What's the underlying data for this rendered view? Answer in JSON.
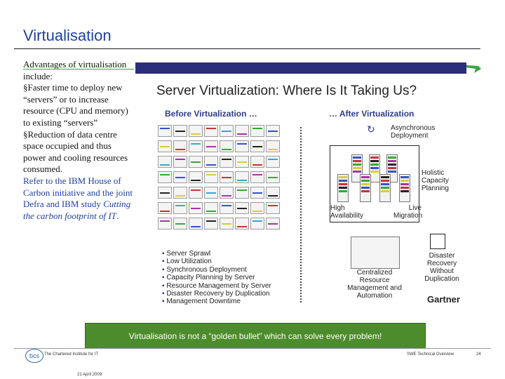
{
  "title": "Virtualisation",
  "body": {
    "intro": "Advantages of virtualisation include:",
    "bullet1": "§Faster time to deploy new “servers” or to increase resource (CPU and memory) to existing “servers”",
    "bullet2": "§Reduction of data centre space occupied and thus power and cooling resources consumed.",
    "reference_plain": "Refer to the IBM House of Carbon initiative and the joint Defra and IBM study",
    "reference_italic": "Cutting the carbon footprint of IT",
    "reference_end": "."
  },
  "slide": {
    "title": "Server Virtualization: Where Is It Taking Us?",
    "before_heading": "Before Virtualization …",
    "after_heading": "… After Virtualization",
    "bullets": [
      "Server Sprawl",
      "Low Utilization",
      "Synchronous Deployment",
      "Capacity Planning by Server",
      "Resource Management by Server",
      "Disaster Recovery by Duplication",
      "Management Downtime"
    ],
    "labels": {
      "async": "Asynchronous Deployment",
      "holistic": "Holistic Capacity Planning",
      "high_availability": "High Availability",
      "live_migration": "Live Migration",
      "centralized": "Centralized Resource Management and Automation",
      "dr": "Disaster Recovery Without Duplication"
    },
    "brand": "Gartner"
  },
  "note": "Virtualisation is not a “golden bullet” which can solve every problem!",
  "footer": {
    "logo": "bcs",
    "institute": "The Chartered Institute for IT",
    "slide_title": "SWE Technical Overview",
    "page": "24",
    "date": "21 April 2009"
  },
  "colors": {
    "accent_blue": "#1f3fa6",
    "note_green": "#4d8c2c",
    "slide_navy": "#2b2e7a"
  }
}
